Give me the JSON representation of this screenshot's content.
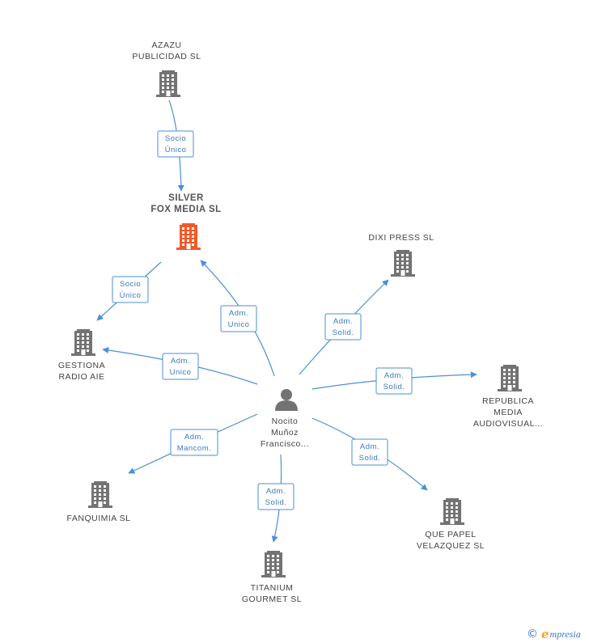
{
  "colors": {
    "edge": "#4a8fd6",
    "edge_label_border": "#4a8fd6",
    "edge_label_text": "#3b78c2",
    "company_icon": "#737373",
    "main_company_icon": "#f05a28",
    "person_icon": "#737373",
    "node_label": "#444444",
    "brand": "#3b78c2",
    "brand_e": "#f5a623"
  },
  "nodes": [
    {
      "id": "azazu",
      "type": "company",
      "icon": "building-icon",
      "label": [
        "AZAZU",
        "PUBLICIDAD SL"
      ]
    },
    {
      "id": "silver",
      "type": "main_company",
      "icon": "building-icon",
      "label": [
        "SILVER",
        "FOX MEDIA SL"
      ]
    },
    {
      "id": "dixi",
      "type": "company",
      "icon": "building-icon",
      "label": [
        "DIXI PRESS SL"
      ]
    },
    {
      "id": "gestiona",
      "type": "company",
      "icon": "building-icon",
      "label": [
        "GESTIONA",
        "RADIO AIE"
      ]
    },
    {
      "id": "republica",
      "type": "company",
      "icon": "building-icon",
      "label": [
        "REPUBLICA",
        "MEDIA",
        "AUDIOVISUAL..."
      ]
    },
    {
      "id": "nocito",
      "type": "person",
      "icon": "person-icon",
      "label": [
        "Nocito",
        "Muñoz",
        "Francisco..."
      ]
    },
    {
      "id": "fanquimia",
      "type": "company",
      "icon": "building-icon",
      "label": [
        "FANQUIMIA SL"
      ]
    },
    {
      "id": "quepapel",
      "type": "company",
      "icon": "building-icon",
      "label": [
        "QUE PAPEL",
        "VELAZQUEZ SL"
      ]
    },
    {
      "id": "titanium",
      "type": "company",
      "icon": "building-icon",
      "label": [
        "TITANIUM",
        "GOURMET SL"
      ]
    }
  ],
  "edges": [
    {
      "id": "azazu-silver",
      "from": "azazu",
      "to": "silver",
      "label": [
        "Socio",
        "Único"
      ]
    },
    {
      "id": "silver-gestiona",
      "from": "silver",
      "to": "gestiona",
      "label": [
        "Socio",
        "Único"
      ]
    },
    {
      "id": "nocito-silver",
      "from": "nocito",
      "to": "silver",
      "label": [
        "Adm.",
        "Unico"
      ]
    },
    {
      "id": "nocito-gestiona",
      "from": "nocito",
      "to": "gestiona",
      "label": [
        "Adm.",
        "Unico"
      ]
    },
    {
      "id": "nocito-dixi",
      "from": "nocito",
      "to": "dixi",
      "label": [
        "Adm.",
        "Solid."
      ]
    },
    {
      "id": "nocito-republica",
      "from": "nocito",
      "to": "republica",
      "label": [
        "Adm.",
        "Solid."
      ]
    },
    {
      "id": "nocito-fanquimia",
      "from": "nocito",
      "to": "fanquimia",
      "label": [
        "Adm.",
        "Mancom."
      ]
    },
    {
      "id": "nocito-titanium",
      "from": "nocito",
      "to": "titanium",
      "label": [
        "Adm.",
        "Solid."
      ]
    },
    {
      "id": "nocito-quepapel",
      "from": "nocito",
      "to": "quepapel",
      "label": [
        "Adm.",
        "Solid."
      ]
    }
  ],
  "footer": {
    "copyright": "©",
    "brand_first": "e",
    "brand_rest": "mpresia"
  }
}
